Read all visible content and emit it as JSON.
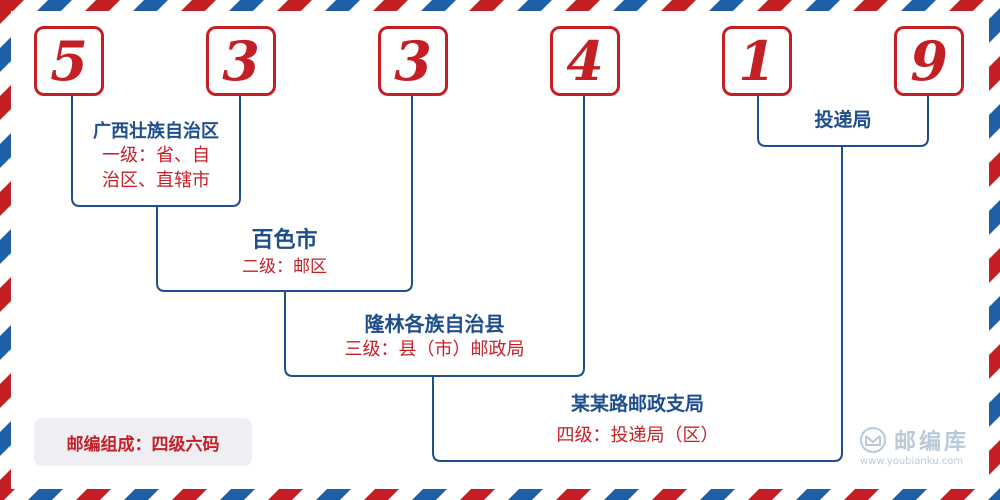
{
  "postcode_digits": [
    "5",
    "3",
    "3",
    "4",
    "1",
    "9"
  ],
  "levels": {
    "province": {
      "name": "广西壮族自治区",
      "desc_line1": "一级：省、自",
      "desc_line2": "治区、直辖市"
    },
    "city": {
      "name": "百色市",
      "desc": "二级：邮区"
    },
    "county": {
      "name": "隆林各族自治县",
      "desc": "三级：县（市）邮政局"
    },
    "office": {
      "name": "某某路邮政支局",
      "desc": "四级：投递局（区）"
    },
    "delivery": {
      "name": "投递局"
    }
  },
  "badge": "邮编组成：四级六码",
  "logo": {
    "text": "邮编库",
    "url": "www.youbianku.com"
  },
  "colors": {
    "red": "#c51f26",
    "blue": "#1f4e8c",
    "badge_bg": "#efeff3"
  }
}
